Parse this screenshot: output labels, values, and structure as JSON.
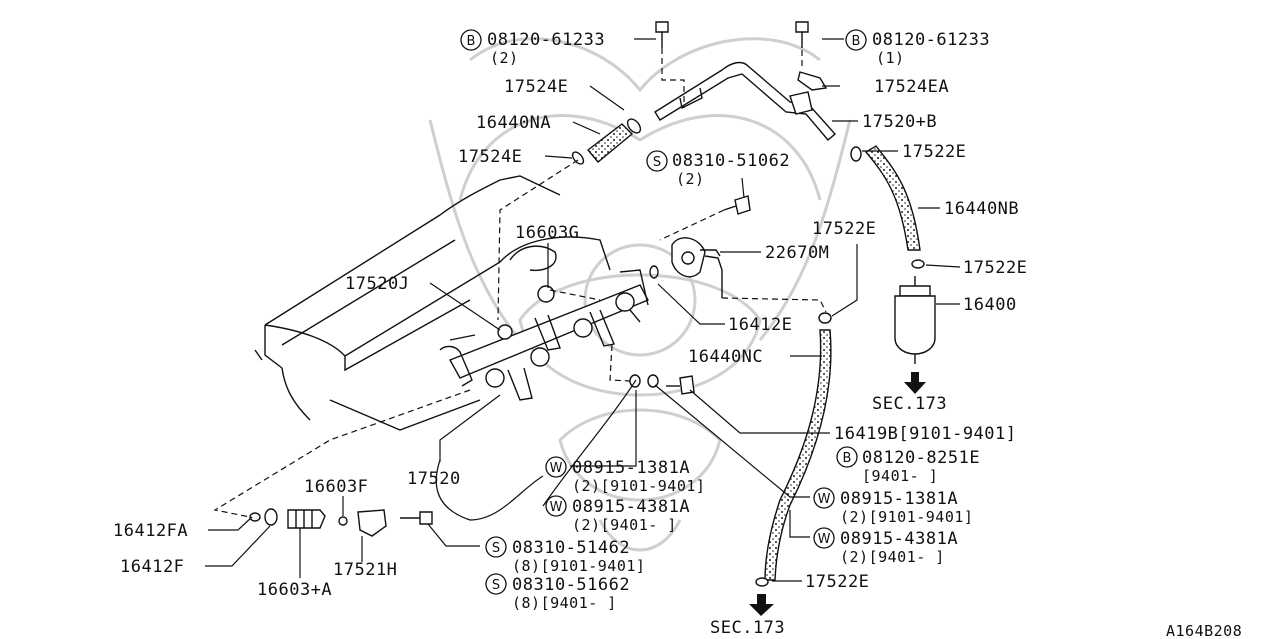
{
  "labels": {
    "b1": "08120-61233",
    "b1q": "(2)",
    "b2": "08120-61233",
    "b2q": "(1)",
    "p17524E_a": "17524E",
    "p17524EA": "17524EA",
    "p16440NA": "16440NA",
    "p17520B": "17520+B",
    "p17524E_b": "17524E",
    "p17522E_a": "17522E",
    "s1": "08310-51062",
    "s1q": "(2)",
    "p16440NB": "16440NB",
    "p16603G": "16603G",
    "p17522E_b": "17522E",
    "p22670M": "22670M",
    "p17522E_c": "17522E",
    "p17520J": "17520J",
    "p16400": "16400",
    "p16412E": "16412E",
    "p16440NC": "16440NC",
    "sec173_a": "SEC.173",
    "p16419B": "16419B[9101-9401]",
    "b3": "08120-8251E",
    "b3q": "[9401-     ]",
    "p17520": "17520",
    "w1": "08915-1381A",
    "w1q": "(2)[9101-9401]",
    "w2": "08915-4381A",
    "w2q": "(2)[9401-     ]",
    "w3": "08915-1381A",
    "w3q": "(2)[9101-9401]",
    "w4": "08915-4381A",
    "w4q": "(2)[9401-     ]",
    "p16603F": "16603F",
    "p16412FA": "16412FA",
    "p16412F": "16412F",
    "p16603A": "16603+A",
    "p17521H": "17521H",
    "s2": "08310-51462",
    "s2q": "(8)[9101-9401]",
    "s3": "08310-51662",
    "s3q": "(8)[9401-     ]",
    "p17522E_d": "17522E",
    "sec173_b": "SEC.173",
    "ref": "A164B208"
  },
  "markers": {
    "bolt": "B",
    "screw": "S",
    "washer": "W"
  }
}
